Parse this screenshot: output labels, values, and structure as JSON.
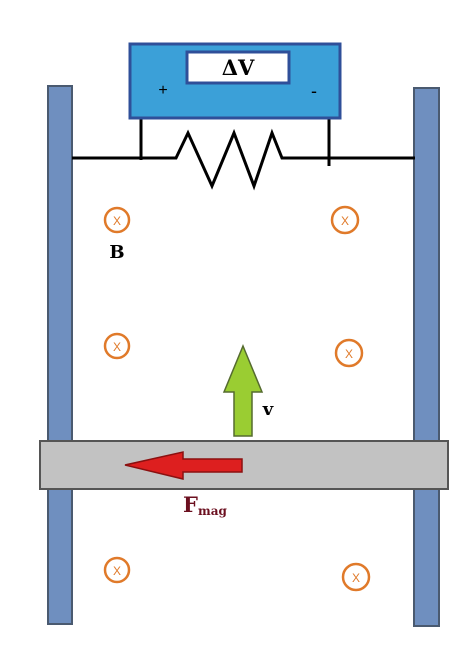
{
  "voltmeter": {
    "display": "ΔV",
    "plus": "+",
    "minus": "-",
    "body_color": "#3ba0d8",
    "border_color": "#2f4f99"
  },
  "field": {
    "label": "B",
    "symbol": "X",
    "marker_color": "#e07a2a"
  },
  "velocity": {
    "label": "v",
    "arrow_color": "#9acd32"
  },
  "force": {
    "label_main": "F",
    "label_sub": "mag",
    "arrow_color": "#dd1f1f",
    "label_color": "#6b0f1f"
  },
  "colors": {
    "rail": "#6f8fbf",
    "rail_stroke": "#4a5a70",
    "rod": "#c2c2c2",
    "rod_stroke": "#555555",
    "wire": "#000000"
  }
}
